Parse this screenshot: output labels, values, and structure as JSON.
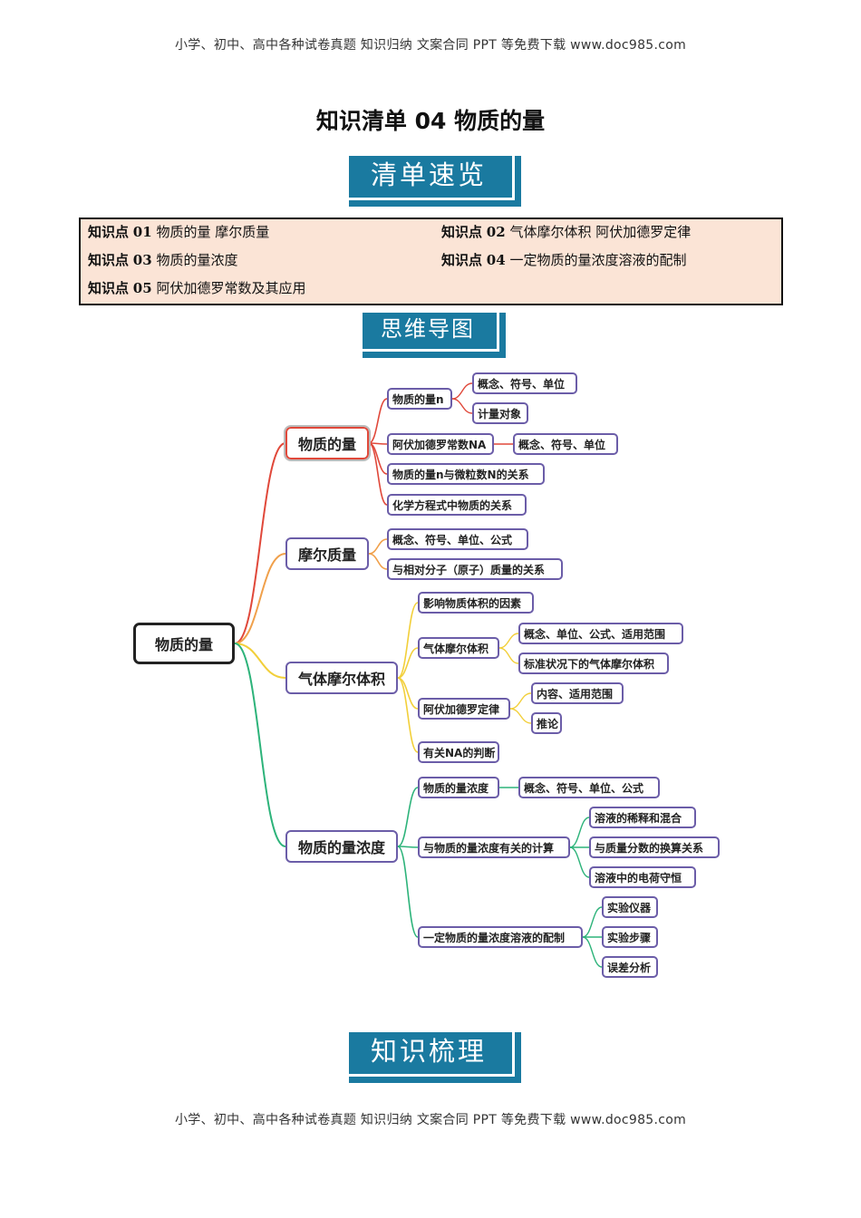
{
  "header": {
    "text": "小学、初中、高中各种试卷真题 知识归纳 文案合同 PPT 等免费下载   www.doc985.com"
  },
  "footer": {
    "text": "小学、初中、高中各种试卷真题 知识归纳 文案合同 PPT 等免费下载   www.doc985.com"
  },
  "title": "知识清单 04    物质的量",
  "banners": {
    "overview": "清单速览",
    "mindmap": "思维导图",
    "review": "知识梳理"
  },
  "knowledge_points": [
    {
      "prefix": "知识点",
      "num": "01",
      "text": "物质的量 摩尔质量"
    },
    {
      "prefix": "知识点",
      "num": "02",
      "text": "气体摩尔体积 阿伏加德罗定律"
    },
    {
      "prefix": "知识点",
      "num": "03",
      "text": "物质的量浓度"
    },
    {
      "prefix": "知识点",
      "num": "04",
      "text": "一定物质的量浓度溶液的配制"
    },
    {
      "prefix": "知识点",
      "num": "05",
      "text": "阿伏加德罗常数及其应用"
    }
  ],
  "mindmap": {
    "root": "物质的量",
    "branches": [
      {
        "label": "物质的量",
        "color": "#e0483a",
        "children": [
          {
            "label": "物质的量n",
            "children": [
              "概念、符号、单位",
              "计量对象"
            ]
          },
          {
            "label": "阿伏加德罗常数NA",
            "children": [
              "概念、符号、单位"
            ]
          },
          {
            "label": "物质的量n与微粒数N的关系",
            "children": []
          },
          {
            "label": "化学方程式中物质的关系",
            "children": []
          }
        ]
      },
      {
        "label": "摩尔质量",
        "color": "#f0a04b",
        "children": [
          {
            "label": "概念、符号、单位、公式",
            "children": []
          },
          {
            "label": "与相对分子（原子）质量的关系",
            "children": []
          }
        ]
      },
      {
        "label": "气体摩尔体积",
        "color": "#f2cf3a",
        "children": [
          {
            "label": "影响物质体积的因素",
            "children": []
          },
          {
            "label": "气体摩尔体积",
            "children": [
              "概念、单位、公式、适用范围",
              "标准状况下的气体摩尔体积"
            ]
          },
          {
            "label": "阿伏加德罗定律",
            "children": [
              "内容、适用范围",
              "推论"
            ]
          },
          {
            "label": "有关NA的判断",
            "children": []
          }
        ]
      },
      {
        "label": "物质的量浓度",
        "color": "#2db37a",
        "children": [
          {
            "label": "物质的量浓度",
            "children": [
              "概念、符号、单位、公式"
            ]
          },
          {
            "label": "与物质的量浓度有关的计算",
            "children": [
              "溶液的稀释和混合",
              "与质量分数的换算关系",
              "溶液中的电荷守恒"
            ]
          },
          {
            "label": "一定物质的量浓度溶液的配制",
            "children": [
              "实验仪器",
              "实验步骤",
              "误差分析"
            ]
          }
        ]
      }
    ]
  }
}
